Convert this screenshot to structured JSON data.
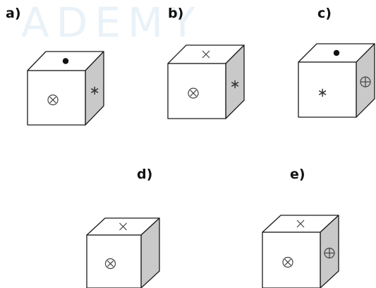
{
  "watermark": "ADEMY",
  "colors": {
    "face_front": "#ffffff",
    "face_top": "#ffffff",
    "face_side": "#c9c9c9",
    "edge": "#1a1a1a"
  },
  "options": [
    {
      "label": "a)",
      "top_symbol": "dot",
      "front_symbol": "circle-x",
      "side_symbol": "asterisk"
    },
    {
      "label": "b)",
      "top_symbol": "cross",
      "front_symbol": "circle-x",
      "side_symbol": "asterisk"
    },
    {
      "label": "c)",
      "top_symbol": "dot",
      "front_symbol": "asterisk",
      "side_symbol": "circle-plus"
    },
    {
      "label": "d)",
      "top_symbol": "cross",
      "front_symbol": "circle-x",
      "side_symbol": "none"
    },
    {
      "label": "e)",
      "top_symbol": "cross",
      "front_symbol": "circle-x",
      "side_symbol": "circle-plus"
    }
  ]
}
